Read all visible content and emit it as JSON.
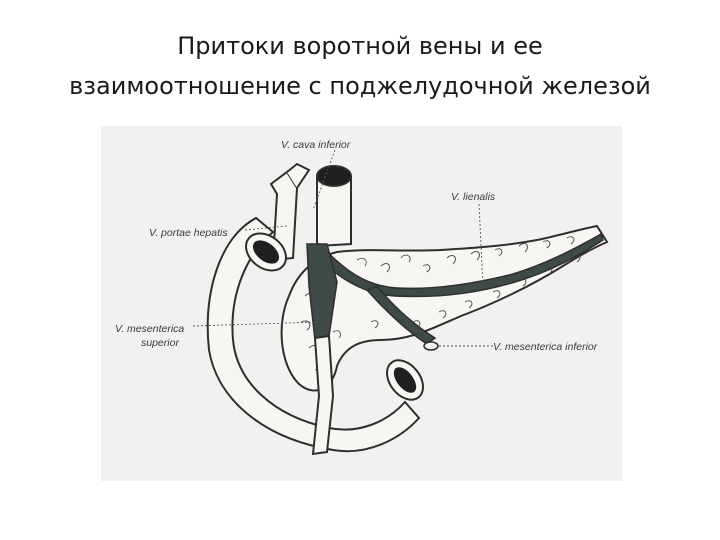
{
  "title": {
    "line1": "Притоки воротной вены и ее",
    "line2": "взаимоотношение с поджелудочной железой"
  },
  "labels": {
    "vena_cava_inferior": "V. cava inferior",
    "vena_lienalis": "V. lienalis",
    "vena_portae_hepatis": "V. portae hepatis",
    "vena_mesenterica_superior_line1": "V. mesenterica",
    "vena_mesenterica_superior_line2": "superior",
    "vena_mesenterica_inferior": "V. mesenterica inferior"
  },
  "colors": {
    "background": "#ffffff",
    "paper": "#f2f1ef",
    "outline": "#2e2e2e",
    "vein_fill": "#3d4a48",
    "vessel_lumen": "#1f1f1f"
  }
}
